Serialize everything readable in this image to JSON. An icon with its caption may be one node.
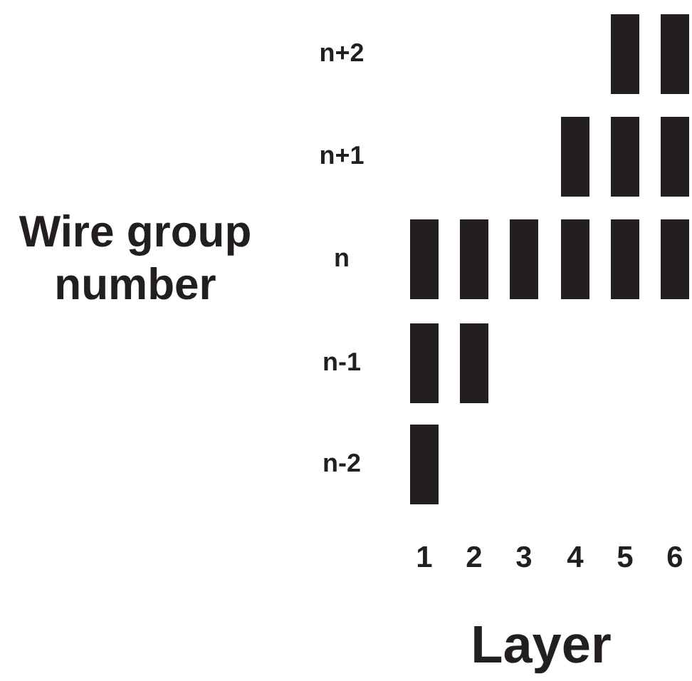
{
  "diagram": {
    "labels": [
      "Wire group number",
      "n+2",
      "n+1",
      "n",
      "n-1",
      "n-2",
      "1",
      "2",
      "3",
      "4",
      "5",
      "6",
      "Layer"
    ]
  }
}
